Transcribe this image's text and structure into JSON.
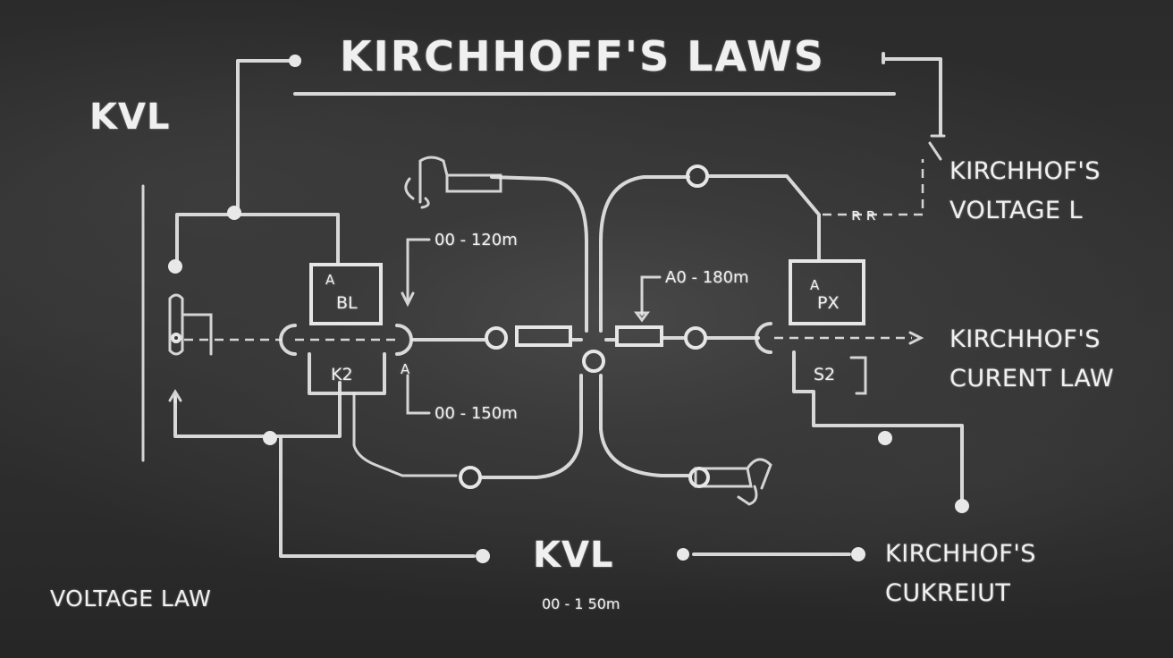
{
  "title": "KIRCHHOFF'S LAWS",
  "top_left_label": "KVL",
  "bottom_center_label": "KVL",
  "bottom_left_label": "VOLTAGE LAW",
  "right_top": {
    "line1": "KIRCHHOF'S",
    "line2": "VOLTAGE L"
  },
  "right_middle": {
    "line1": "KIRCHHOF'S",
    "line2": "CURENT LAW"
  },
  "right_bottom": {
    "line1": "KIRCHHOF'S",
    "line2": "CUKREIUT"
  },
  "dashed_marker": "ʀ ʀ",
  "measurements": {
    "top_left": "00 - 120m",
    "bottom_left": "00 - 150m",
    "top_right": "A0 - 180m",
    "bottom_center": "00 - 1 50m"
  },
  "components": {
    "box_left_top": "BL",
    "box_left_top_mark": "A",
    "box_left_bottom": "K2",
    "box_right_top": "PX",
    "box_right_top_mark": "A",
    "box_right_bottom": "S2",
    "arrow_mark": "A"
  }
}
